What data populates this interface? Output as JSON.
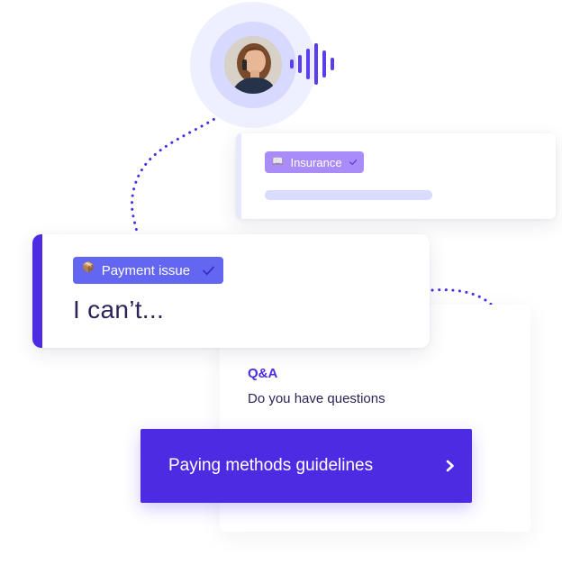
{
  "avatar": {
    "icon": "person-avatar-icon"
  },
  "voice": {
    "icon": "sound-wave-icon",
    "color": "#5b3df0"
  },
  "insurance_card": {
    "tag_label": "Insurance",
    "tag_icon": "book-icon",
    "check_icon": "check-icon",
    "accent": "#a98cf7"
  },
  "payment_card": {
    "tag_label": "Payment issue",
    "tag_icon": "package-icon",
    "check_icon": "check-icon",
    "message": "I can’t...",
    "accent": "#4d2be3"
  },
  "qa_card": {
    "title": "Q&A",
    "subtitle": "Do you have questions"
  },
  "cta": {
    "label": "Paying methods guidelines",
    "icon": "chevron-right-icon",
    "color": "#4d2be3"
  }
}
